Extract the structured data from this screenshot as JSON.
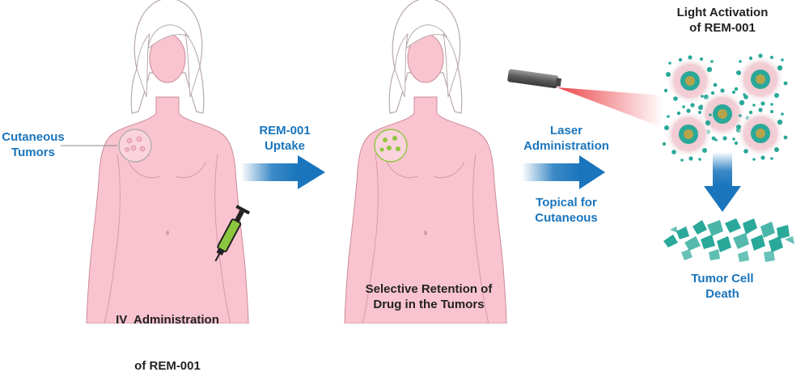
{
  "colors": {
    "body_fill": "#f9c4d0",
    "body_stroke": "#c98b98",
    "hair": "#ffffff",
    "arrow_blue": "#1a75bc",
    "label_blue": "#1a75bc",
    "label_dark": "#222222",
    "cell_teal": "#2aa89a",
    "drug_green": "#8cc63f",
    "laser_red": "#e8242b"
  },
  "labels": {
    "cutaneous_tumors": [
      "Cutaneous",
      "Tumors"
    ],
    "uptake": [
      "REM-001",
      "Uptake"
    ],
    "laser": [
      "Laser",
      "Administration"
    ],
    "topical": [
      "Topical for",
      "Cutaneous"
    ],
    "light_activation": [
      "Light Activation",
      "of REM-001"
    ],
    "tumor_death": [
      "Tumor Cell",
      "Death"
    ],
    "iv_admin": [
      "IV  Administration",
      "of REM-001"
    ],
    "selective": [
      "Selective Retention of",
      "Drug in the Tumors"
    ]
  },
  "icons": [
    "female-body-figure",
    "syringe-icon",
    "tumor-circle-icon",
    "laser-pointer-icon",
    "tumor-cell-icon",
    "arrow-right-icon",
    "arrow-down-icon",
    "cell-debris-icon"
  ]
}
